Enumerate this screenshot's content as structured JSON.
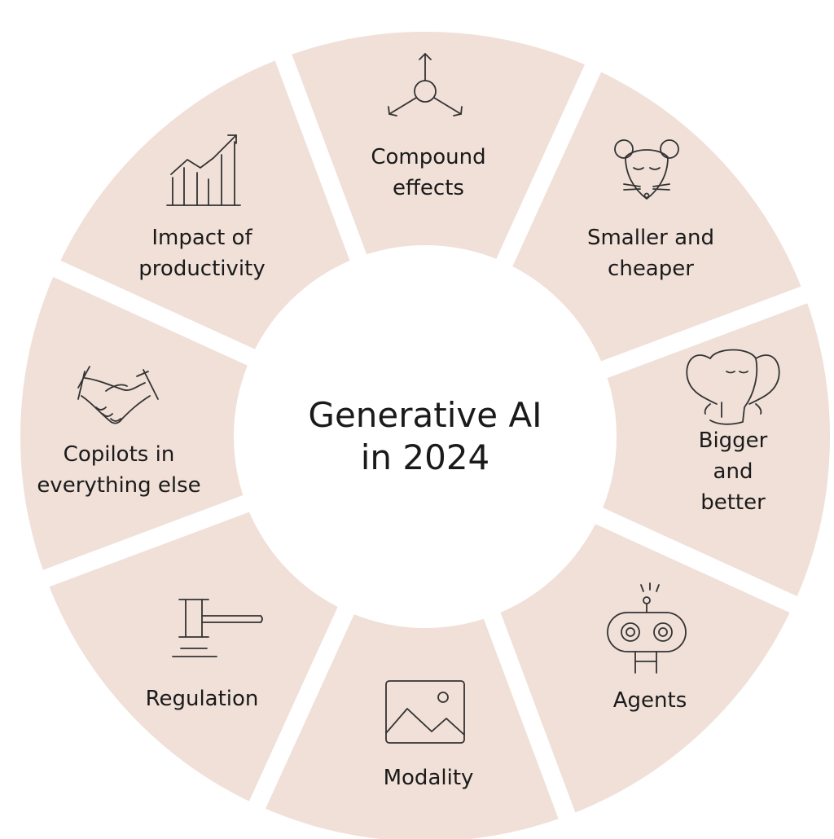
{
  "center": {
    "title": "Generative AI\nin 2024"
  },
  "segments": [
    {
      "label": "Compound\neffects",
      "icon": "nodes-icon"
    },
    {
      "label": "Smaller and\ncheaper",
      "icon": "mouse-icon"
    },
    {
      "label": "Bigger\nand better",
      "icon": "elephant-icon"
    },
    {
      "label": "Agents",
      "icon": "robot-icon"
    },
    {
      "label": "Modality",
      "icon": "image-icon"
    },
    {
      "label": "Regulation",
      "icon": "gavel-icon"
    },
    {
      "label": "Copilots in\neverything else",
      "icon": "handshake-icon"
    },
    {
      "label": "Impact of\nproductivity",
      "icon": "growth-chart-icon"
    }
  ],
  "colors": {
    "segment_fill": "#f0e0d8",
    "text": "#1a1a1a",
    "icon_stroke": "#333333",
    "background": "#ffffff"
  }
}
